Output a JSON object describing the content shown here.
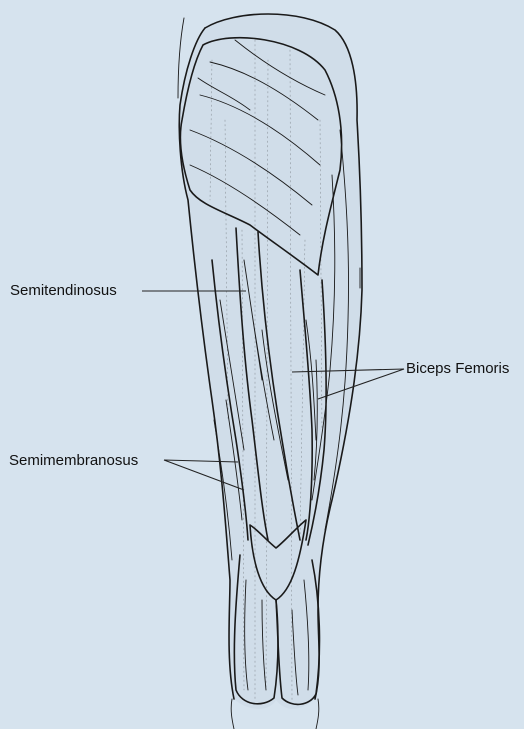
{
  "colors": {
    "background": "#d6e3ee",
    "muscle_fill": "#d0dde9",
    "outline": "#1a1a1a",
    "leader_line": "#222222",
    "label_text": "#111111"
  },
  "labels": {
    "semitendinosus": "Semitendinosus",
    "semimembranosus": "Semimembranosus",
    "biceps_femoris": "Biceps Femoris"
  }
}
